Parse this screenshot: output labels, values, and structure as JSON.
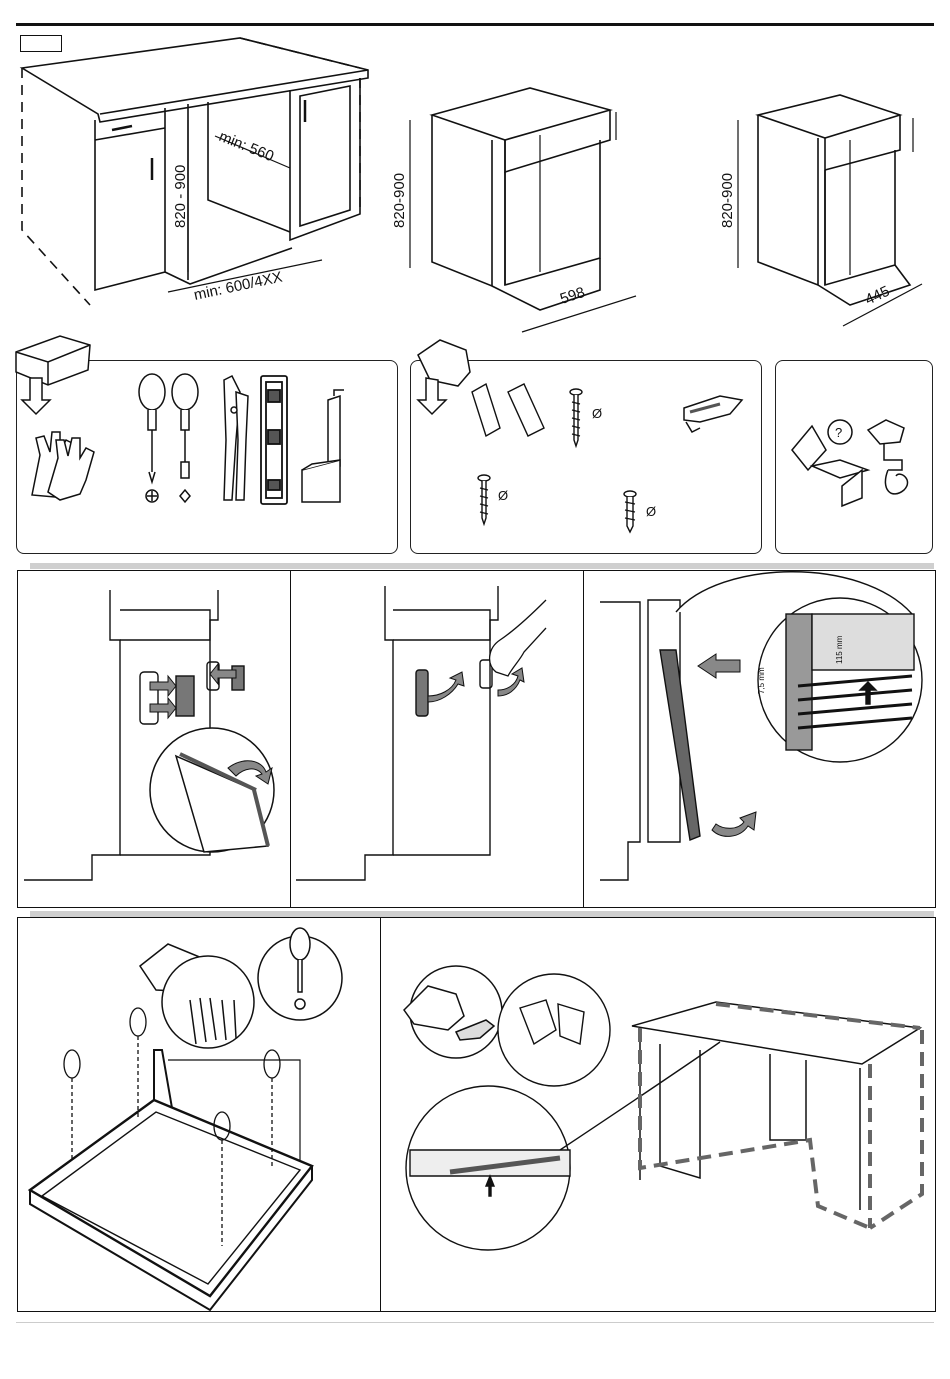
{
  "page": {
    "badge_text": ""
  },
  "dimensions": {
    "cabinet_height": "820 - 900",
    "min_depth": "min: 560",
    "min_width": "min: 600/4XX",
    "height_a": "820-900",
    "width_a": "598",
    "height_b": "820-900",
    "width_b": "445"
  },
  "panel_labels": {
    "plinth_height": "115 mm",
    "gap": "7,5 mm",
    "question": "?",
    "diameter_1": "Ø",
    "diameter_2": "Ø",
    "diameter_3": "Ø"
  },
  "colors": {
    "line": "#111111",
    "gray_panel": "#cfcfcf",
    "dark_fill": "#555555",
    "dash_frame": "#666666"
  },
  "icons": [
    "kitchen-cabinet-icon",
    "dishwasher-icon",
    "narrow-dishwasher-icon",
    "box-arrow-icon",
    "gloves-icon",
    "phillips-screwdriver-icon",
    "torx-screwdriver-icon",
    "pliers-icon",
    "spirit-level-icon",
    "tape-measure-icon",
    "accessory-bag-icon",
    "foil-strip-icon",
    "screw-icon",
    "protective-strip-icon",
    "manual-question-icon",
    "hose-icon",
    "door-panel-icon",
    "hand-icon",
    "arrow-icon",
    "magnifier-circle-icon",
    "screws-bag-icon",
    "worktop-frame-icon"
  ]
}
